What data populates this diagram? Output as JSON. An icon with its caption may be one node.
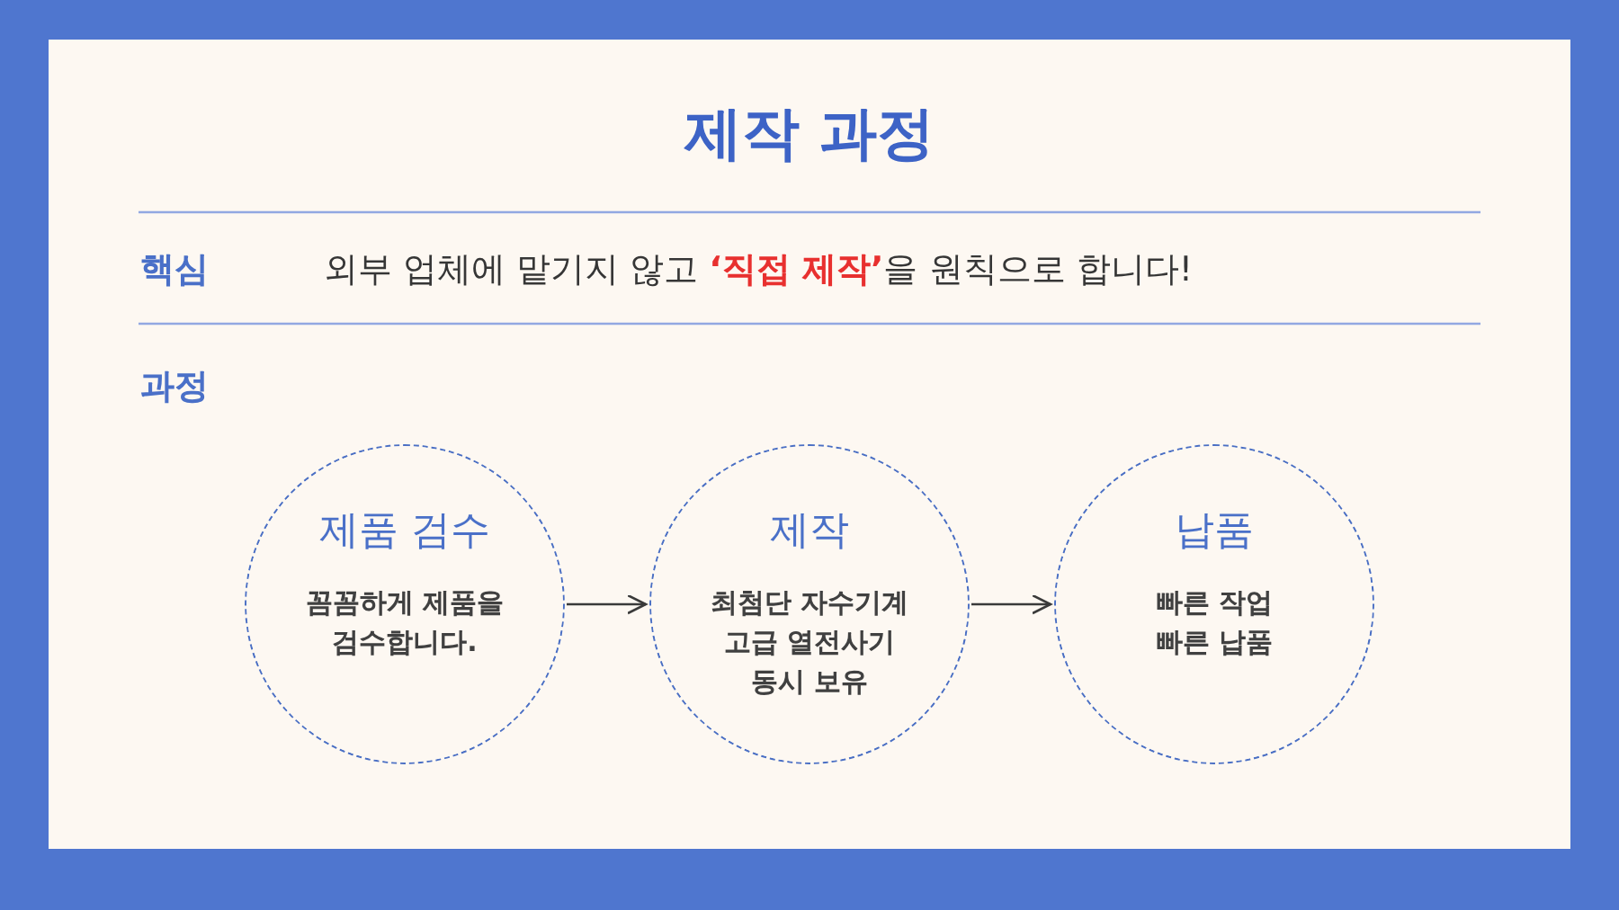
{
  "diagram": {
    "title": "제작 과정",
    "nodes": [
      {
        "text": [
          "제품 검수",
          "꼼꼼하게 제품을 검수합니다."
        ]
      },
      {
        "text": [
          "제작",
          "최첨단 자수기계 고급 열전사기 동시 보유"
        ]
      },
      {
        "text": [
          "납품",
          "빠른 작업 빠른 납품"
        ]
      }
    ],
    "edges": [
      {
        "from": 0,
        "to": 1,
        "arrow": "to"
      },
      {
        "from": 1,
        "to": 2,
        "arrow": "to"
      }
    ],
    "labels": [
      "핵심",
      "외부 업체에 맡기지 않고 **‘직접 제작’**을 원칙으로 합니다!",
      "과정"
    ]
  }
}
